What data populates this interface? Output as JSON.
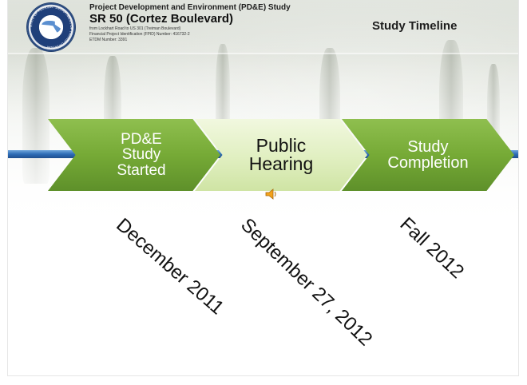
{
  "header": {
    "line1": "Project Development and Environment (PD&E) Study",
    "title": "SR 50 (Cortez Boulevard)",
    "subtitle": "from Lockhart Road to US 301 (Treiman Boulevard)",
    "fpid": "Financial Project Identification (FPID) Number: 416732-2",
    "etdm": "ETDM Number: 3391",
    "section": "Study Timeline",
    "seal_text": "STATE OF FLORIDA · DEPARTMENT OF TRANSPORTATION"
  },
  "timeline": {
    "steps": [
      {
        "label": "PD&E Study Started",
        "lines": [
          "PD&E",
          "Study",
          "Started"
        ],
        "date": "December 2011"
      },
      {
        "label": "Public Hearing",
        "lines": [
          "Public",
          "Hearing"
        ],
        "date": "September 27, 2012"
      },
      {
        "label": "Study Completion",
        "lines": [
          "Study",
          "Completion"
        ],
        "date": "Fall 2012"
      }
    ]
  },
  "colors": {
    "chevron_green": "#76aa36",
    "chevron_light": "#e0efc0",
    "timeline_blue": "#2d6cb5"
  },
  "icons": {
    "seal": "fdot-seal-icon",
    "audio": "speaker-icon"
  }
}
